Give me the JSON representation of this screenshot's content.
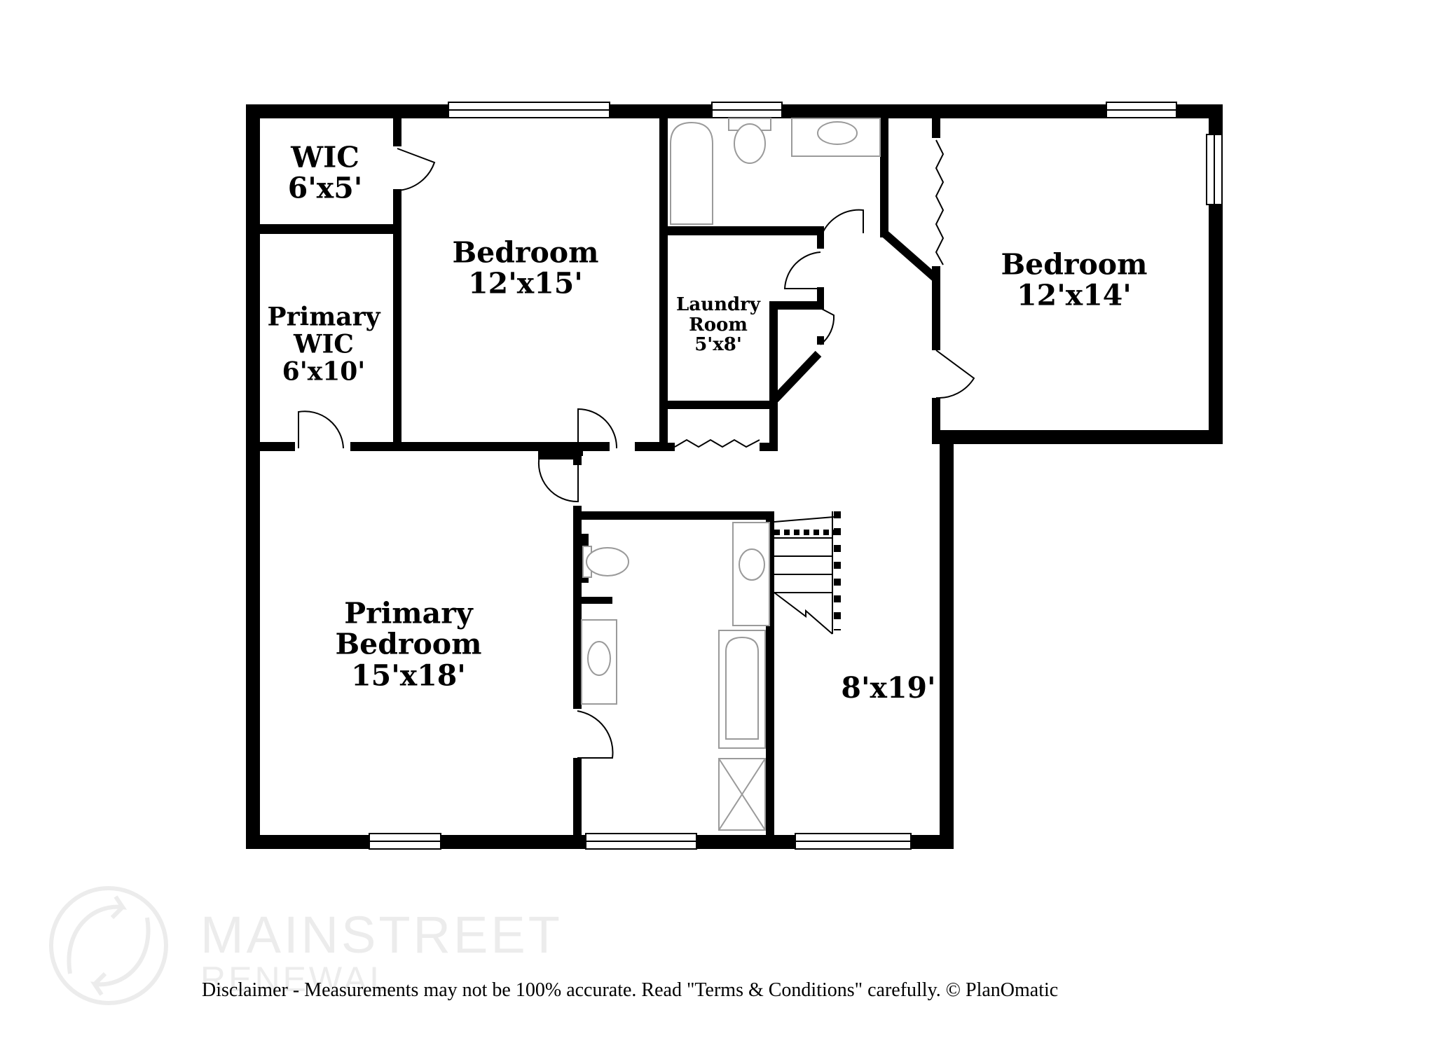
{
  "rooms": {
    "wic": {
      "name": "WIC",
      "size": "6'x5'"
    },
    "bedroom_top": {
      "name": "Bedroom",
      "size": "12'x15'"
    },
    "primary_wic": {
      "line1": "Primary",
      "line2": "WIC",
      "size": "6'x10'"
    },
    "laundry": {
      "line1": "Laundry",
      "line2": "Room",
      "size": "5'x8'"
    },
    "bedroom_right": {
      "name": "Bedroom",
      "size": "12'x14'"
    },
    "primary_bedroom": {
      "line1": "Primary",
      "line2": "Bedroom",
      "size": "15'x18'"
    },
    "hall": {
      "size": "8'x19'"
    }
  },
  "watermark": {
    "line1": "MAINSTREET",
    "line2": "RENEWAL"
  },
  "disclaimer": "Disclaimer - Measurements may not be 100% accurate. Read \"Terms & Conditions\" carefully. © PlanOmatic",
  "colors": {
    "wall": "#000000",
    "fixture": "#9a9a9a",
    "watermark": "#ececec"
  }
}
